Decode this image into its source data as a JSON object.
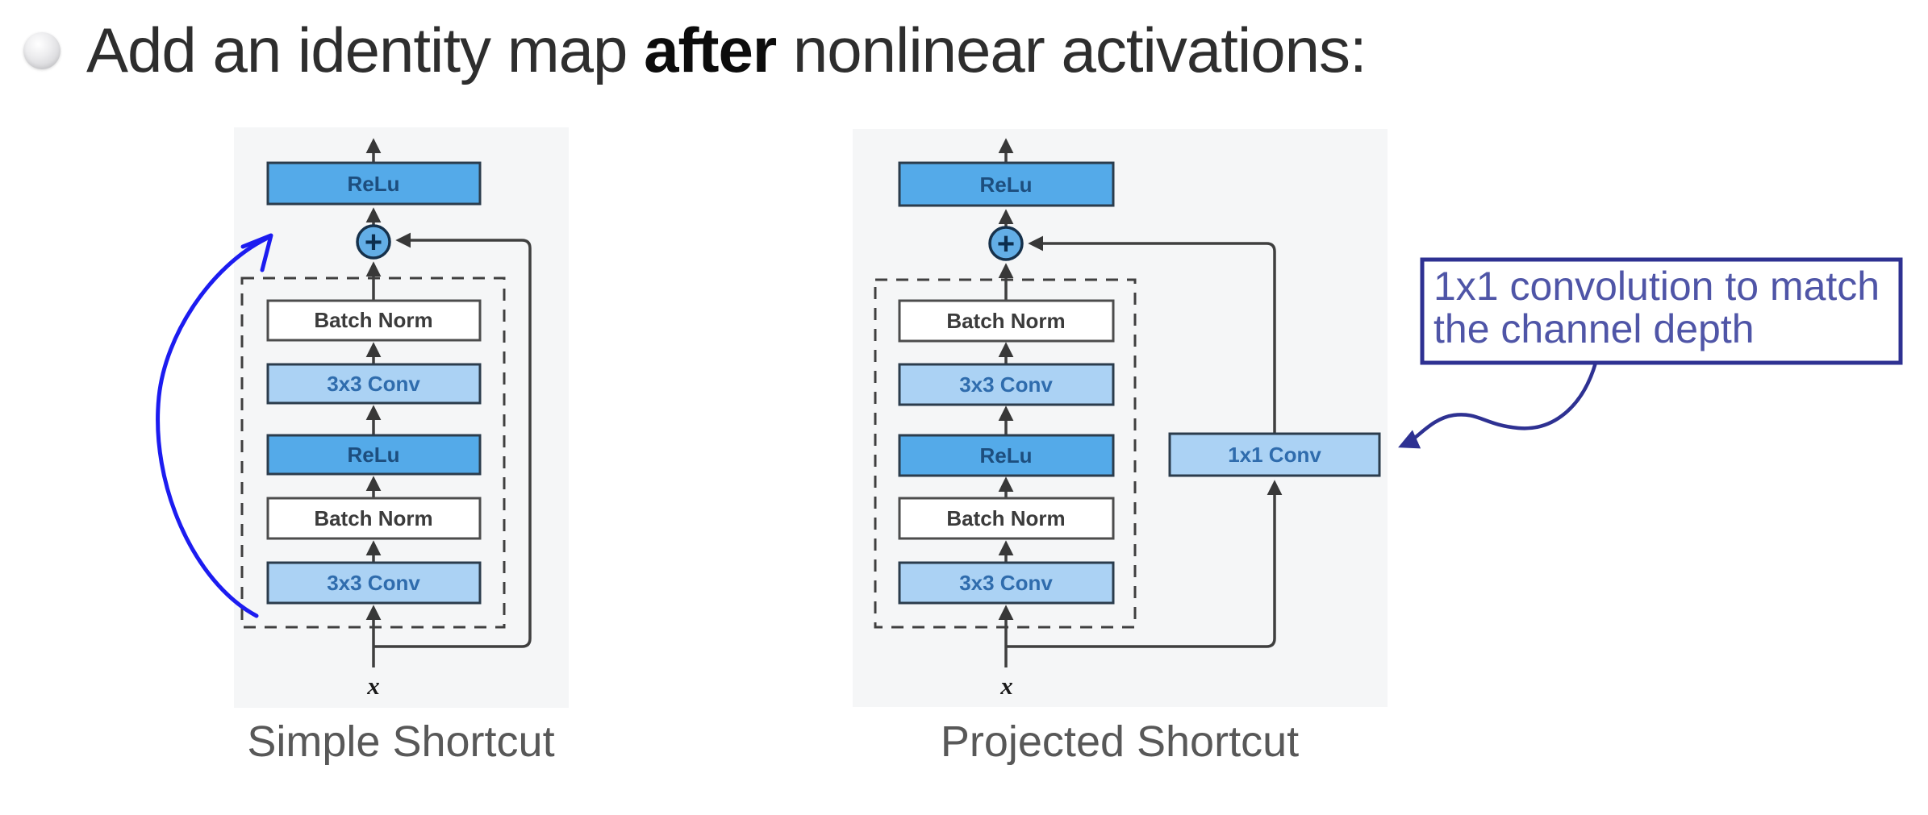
{
  "title": {
    "prefix": "Add an identity map ",
    "bold_word": "after",
    "suffix": " nonlinear activations:"
  },
  "diagrams": [
    {
      "caption": "Simple Shortcut",
      "output_activation": "ReLu",
      "add_symbol": "+",
      "residual_blocks": [
        "Batch Norm",
        "3x3 Conv",
        "ReLu",
        "Batch Norm",
        "3x3 Conv"
      ],
      "input_label": "x"
    },
    {
      "caption": "Projected Shortcut",
      "output_activation": "ReLu",
      "add_symbol": "+",
      "residual_blocks": [
        "Batch Norm",
        "3x3 Conv",
        "ReLu",
        "Batch Norm",
        "3x3 Conv"
      ],
      "projection_block": "1x1 Conv",
      "input_label": "x"
    }
  ],
  "annotation": {
    "line1": "1x1 convolution to match",
    "line2": "the channel depth"
  },
  "colors": {
    "page_bg": "#ffffff",
    "panel_bg": "#f5f6f7",
    "relu_fill": "#54aae9",
    "conv_fill": "#abd2f4",
    "batchnorm_fill": "#ffffff",
    "add_node_fill": "#63aee6",
    "block_border": "#2b3c4c",
    "flow_line": "#3f3f3f",
    "annotation_border": "#2e3192",
    "annotation_text": "#4f55a7",
    "hand_drawn_arrow": "#1c1cf0",
    "caption_text": "#585858",
    "title_text": "#2e2e2e"
  }
}
